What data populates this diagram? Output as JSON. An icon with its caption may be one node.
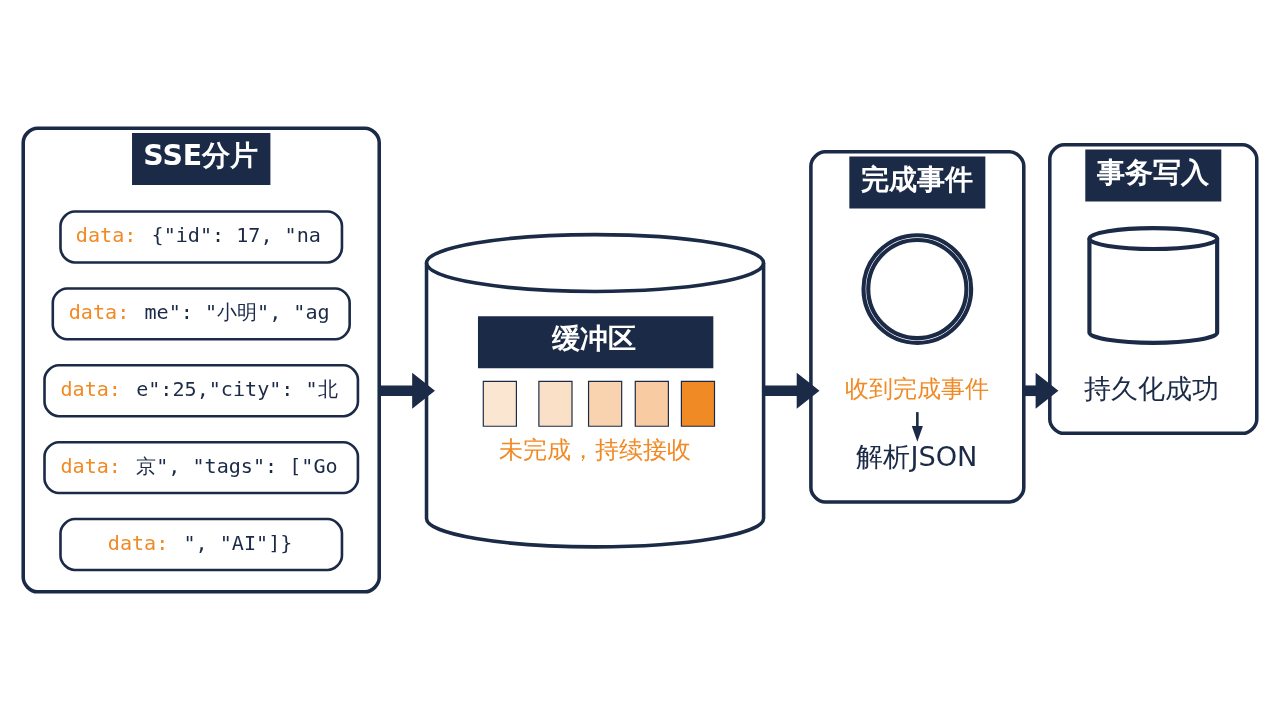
{
  "diagram": {
    "nodes": [
      {
        "text": [
          "SSE分片"
        ]
      },
      {
        "text": [
          "data: {\"id\": 17, \"na"
        ],
        "in": 0
      },
      {
        "text": [
          "data: me\": \"小明\", \"ag"
        ],
        "in": 0
      },
      {
        "text": [
          "data: e\":25,\"city\": \"北"
        ],
        "in": 0
      },
      {
        "text": [
          "data: 京\", \"tags\": [\"Go"
        ],
        "in": 0
      },
      {
        "text": [
          "data: \", \"AI\"]}"
        ],
        "in": 0
      },
      {
        "text": [
          "缓冲区",
          "未完成，持续接收"
        ]
      },
      {
        "text": [
          "完成事件"
        ]
      },
      {
        "text": [],
        "shape": "circle",
        "in": 7
      },
      {
        "text": [
          "收到完成事件"
        ],
        "in": 7
      },
      {
        "text": [
          "解析JSON"
        ],
        "in": 7
      },
      {
        "text": [
          "事务写入"
        ]
      },
      {
        "text": [],
        "shape": "cylinder",
        "in": 11
      },
      {
        "text": [
          "持久化成功"
        ],
        "in": 11
      }
    ],
    "edges": [
      {
        "from": 0,
        "to": 6,
        "arrow": "to"
      },
      {
        "from": 6,
        "to": 7,
        "arrow": "to"
      },
      {
        "from": 9,
        "to": 10,
        "arrow": "to"
      },
      {
        "from": 7,
        "to": 11,
        "arrow": "to"
      }
    ]
  }
}
